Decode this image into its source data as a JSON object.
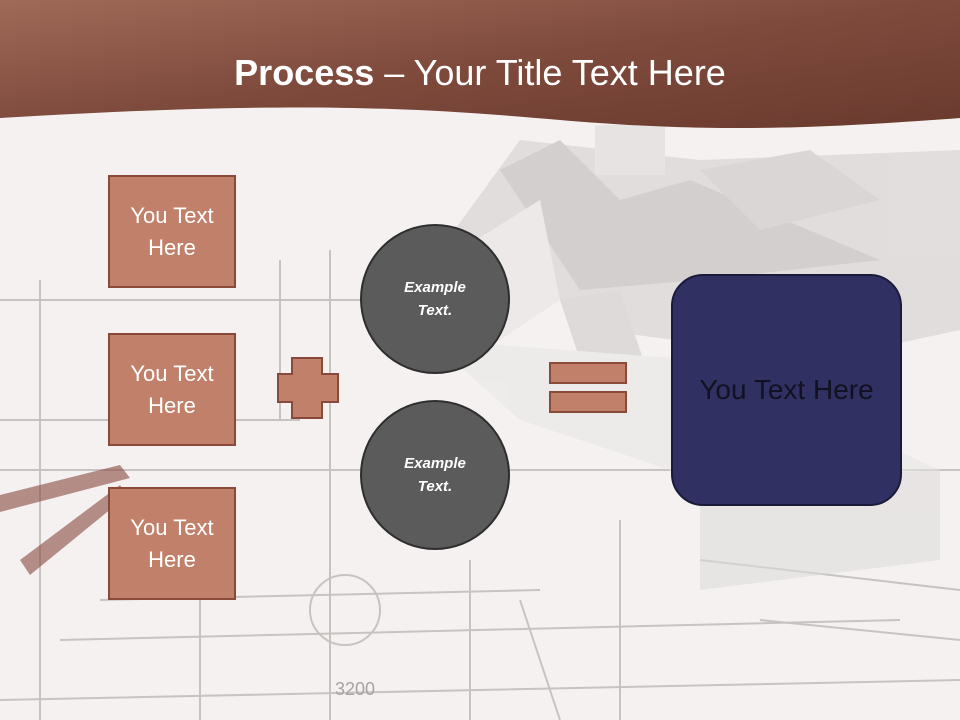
{
  "slide": {
    "title_bold": "Process",
    "title_rest": " – Your Title Text Here"
  },
  "inputs": [
    {
      "label": "You Text Here"
    },
    {
      "label": "You Text Here"
    },
    {
      "label": "You Text Here"
    }
  ],
  "circles": [
    {
      "label": "Example Text."
    },
    {
      "label": "Example Text."
    }
  ],
  "result": {
    "label": "You Text Here"
  },
  "operators": {
    "plus": "plus-icon",
    "equals": "equals-icon"
  },
  "colors": {
    "header": "#8a4a3a",
    "box_fill": "#c0806a",
    "box_border": "#8a4a3a",
    "circle_fill": "#5b5b5b",
    "result_fill": "#313062"
  }
}
